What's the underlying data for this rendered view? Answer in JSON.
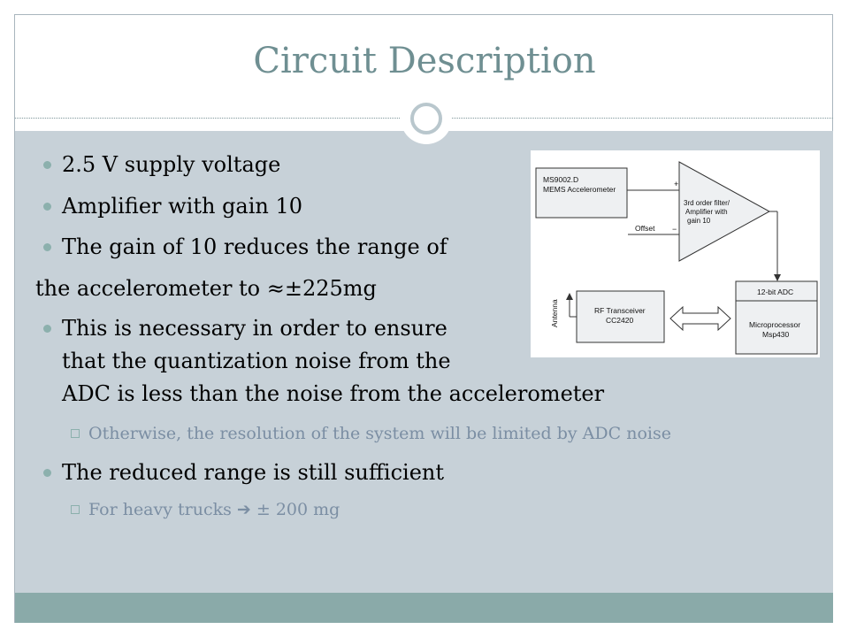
{
  "slide": {
    "title": "Circuit Description",
    "bullets": [
      "2.5 V supply voltage",
      "Amplifier with gain 10",
      "The gain of 10 reduces the range of",
      "the accelerometer to ≈±225mg",
      "This is necessary in order to ensure",
      "that the quantization noise from the",
      "ADC is less than the noise from the accelerometer",
      "The reduced range is still sufficient"
    ],
    "subbullets": [
      "Otherwise, the resolution of the system will be limited by ADC noise",
      "For heavy trucks ➔ ± 200 mg"
    ]
  },
  "diagram": {
    "accelerometer_line1": "MS9002.D",
    "accelerometer_line2": "MEMS Accelerometer",
    "amp_line1": "3rd order filter/",
    "amp_line2": "Amplifier with",
    "amp_line3": "gain 10",
    "plus_sign": "+",
    "minus_sign": "−",
    "offset_label": "Offset",
    "adc_label": "12-bit ADC",
    "mcu_line1": "Microprocessor",
    "mcu_line2": "Msp430",
    "rf_line1": "RF Transceiver",
    "rf_line2": "CC2420",
    "antenna_label": "Antenna"
  },
  "colors": {
    "title": "#6f8f92",
    "panel": "#c7d1d8",
    "footer": "#8aaaa9",
    "bullet": "#8cb0ad",
    "subtext": "#7b8ea3"
  }
}
